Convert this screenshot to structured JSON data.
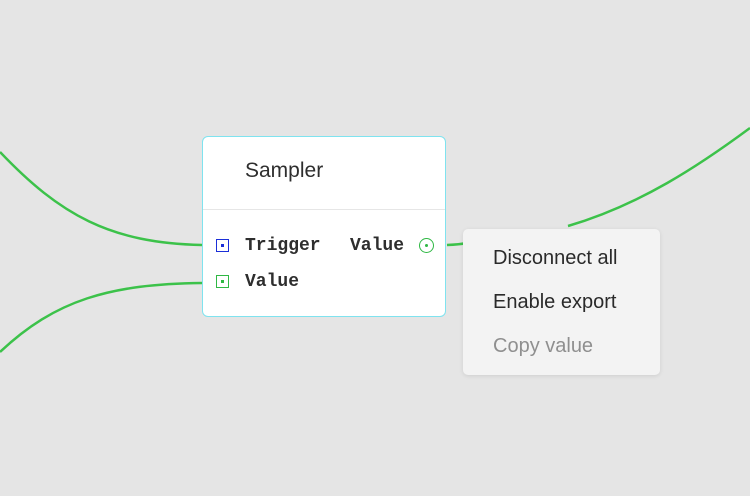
{
  "node": {
    "title": "Sampler",
    "inputs": [
      {
        "label": "Trigger",
        "color": "#1b2fd8"
      },
      {
        "label": "Value",
        "color": "#2fb844"
      }
    ],
    "outputs": [
      {
        "label": "Value",
        "color": "#2fb844"
      }
    ],
    "border_color": "#7fe3ef"
  },
  "wire_color": "#3cc24a",
  "context_menu": {
    "items": [
      {
        "label": "Disconnect all",
        "enabled": true
      },
      {
        "label": "Enable export",
        "enabled": true
      },
      {
        "label": "Copy value",
        "enabled": false
      }
    ]
  }
}
